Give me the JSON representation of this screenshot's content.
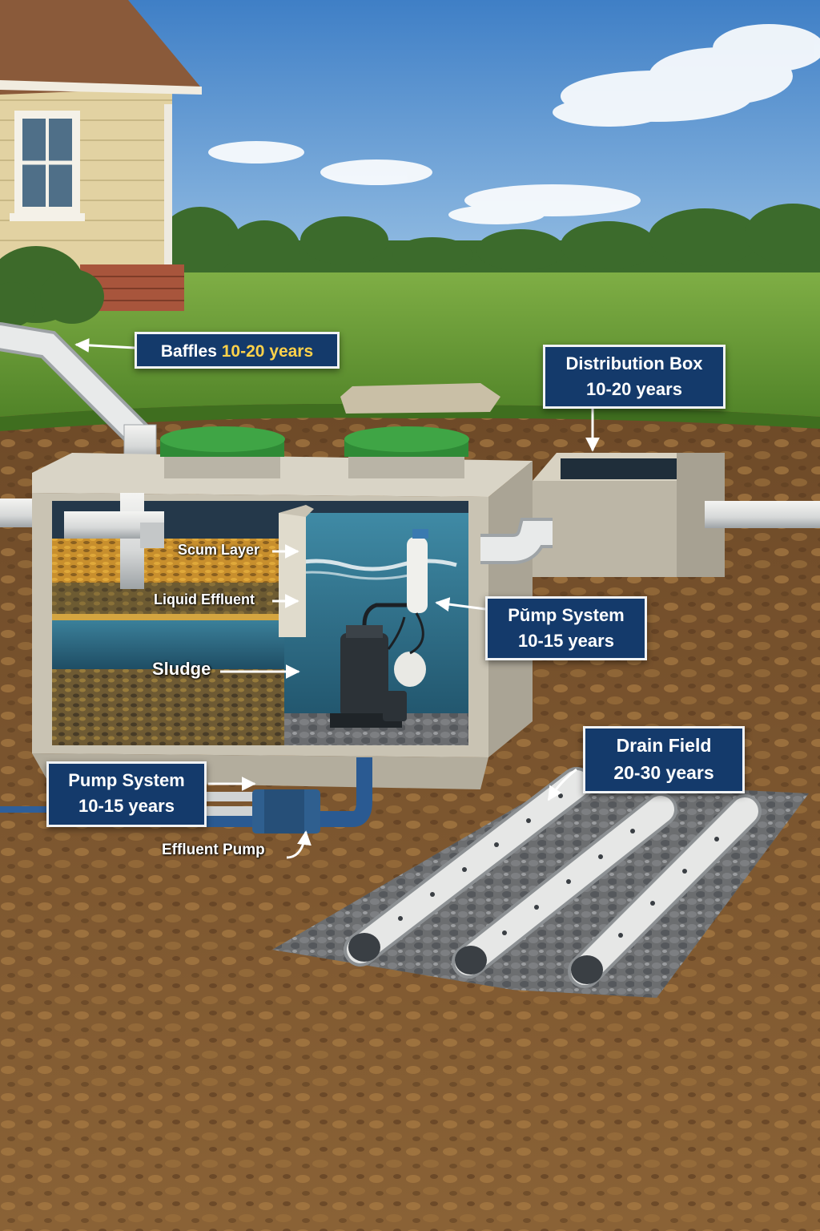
{
  "callouts": {
    "baffles": {
      "title": "Baffles",
      "years": "10-20 years"
    },
    "distribution_box": {
      "title": "Distribution Box",
      "years": "10-20 years"
    },
    "pump_system_tank": {
      "title": "Pŭmp System",
      "years": "10-15 years"
    },
    "pump_system_line": {
      "title": "Pump System",
      "years": "10-15 years"
    },
    "drain_field": {
      "title": "Drain Field",
      "years": "20-30 years"
    }
  },
  "labels": {
    "scum_layer": "Scum Layer",
    "liquid_effluent": "Liquid Effluent",
    "sludge": "Sludge",
    "effluent_pump": "Effluent Pump"
  },
  "colors": {
    "callout_bg": "#143a6b",
    "callout_border": "#f1f3f5",
    "callout_years": "#ffd24a",
    "sky": "#4f8fd0",
    "grass": "#5d8f2c",
    "soil": "#7a5530",
    "concrete": "#c9c3b3",
    "water": "#2f6f88",
    "lid": "#2f8a36"
  }
}
